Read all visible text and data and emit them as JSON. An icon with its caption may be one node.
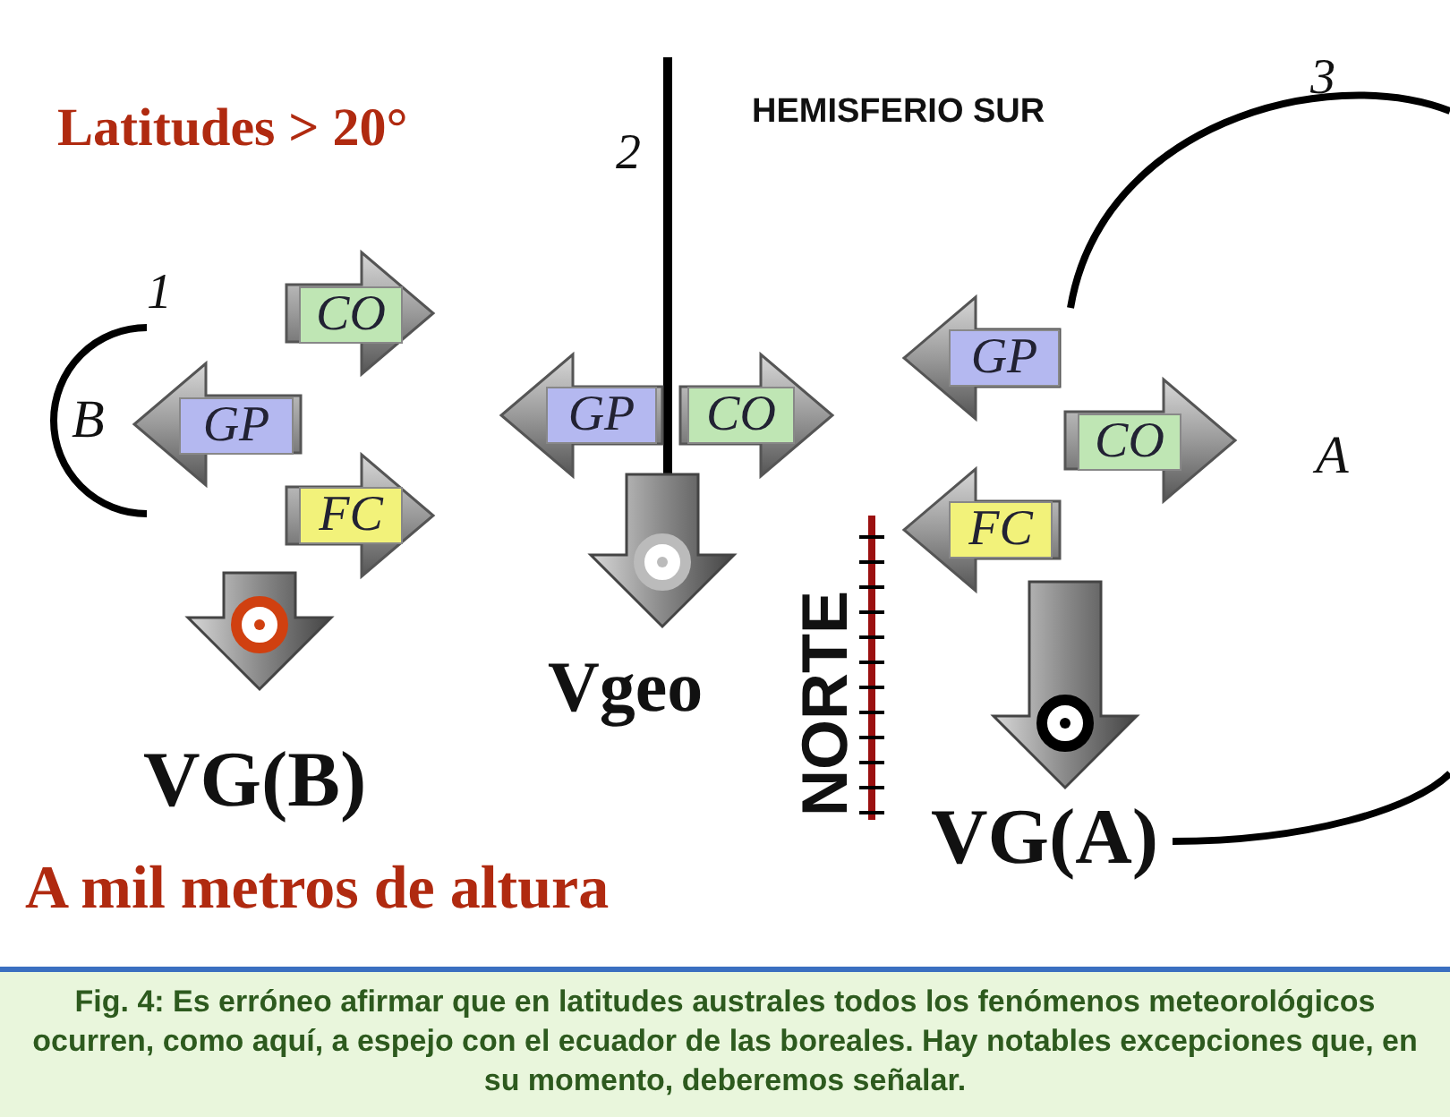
{
  "diagram": {
    "caption": "Fig. 4: Es erróneo afirmar que en latitudes australes todos los fenómenos meteorológicos ocurren, como aquí, a espejo con el ecuador de las boreales. Hay notables excepciones que, en su momento, deberemos señalar.",
    "nodes": [
      {
        "text": [
          "CO"
        ]
      },
      {
        "text": [
          "GP"
        ]
      },
      {
        "text": [
          "FC"
        ]
      },
      {
        "text": [
          "GP"
        ]
      },
      {
        "text": [
          "CO"
        ]
      },
      {
        "text": [
          "GP"
        ]
      },
      {
        "text": [
          "CO"
        ]
      },
      {
        "text": [
          "FC"
        ]
      }
    ],
    "labels": [
      "Latitudes > 20°",
      "HEMISFERIO SUR",
      "3",
      "2",
      "1",
      "B",
      "A",
      "Vgeo",
      "VG(B)",
      "NORTE",
      "VG(A)",
      "A mil metros de altura"
    ]
  }
}
